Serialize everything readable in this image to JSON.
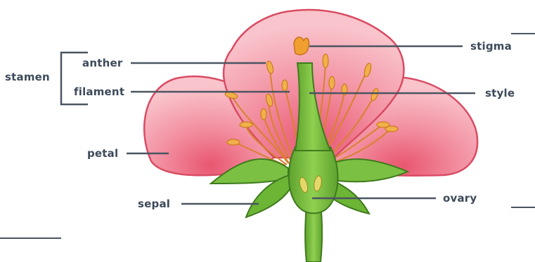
{
  "diagram": {
    "labels": {
      "stamen": "stamen",
      "anther": "anther",
      "filament": "filament",
      "petal": "petal",
      "sepal": "sepal",
      "stigma": "stigma",
      "style": "style",
      "ovary": "ovary"
    },
    "colors": {
      "petal_fill": "#f5a9b4",
      "petal_outline": "#d94c63",
      "petal_inner": "#e8697f",
      "filament": "#d9812f",
      "anther": "#f0b04a",
      "pistil": "#7bc043",
      "pistil_outline": "#3f7a1e",
      "leader_line": "#4a5561",
      "label_text": "#3d4a5a"
    }
  }
}
